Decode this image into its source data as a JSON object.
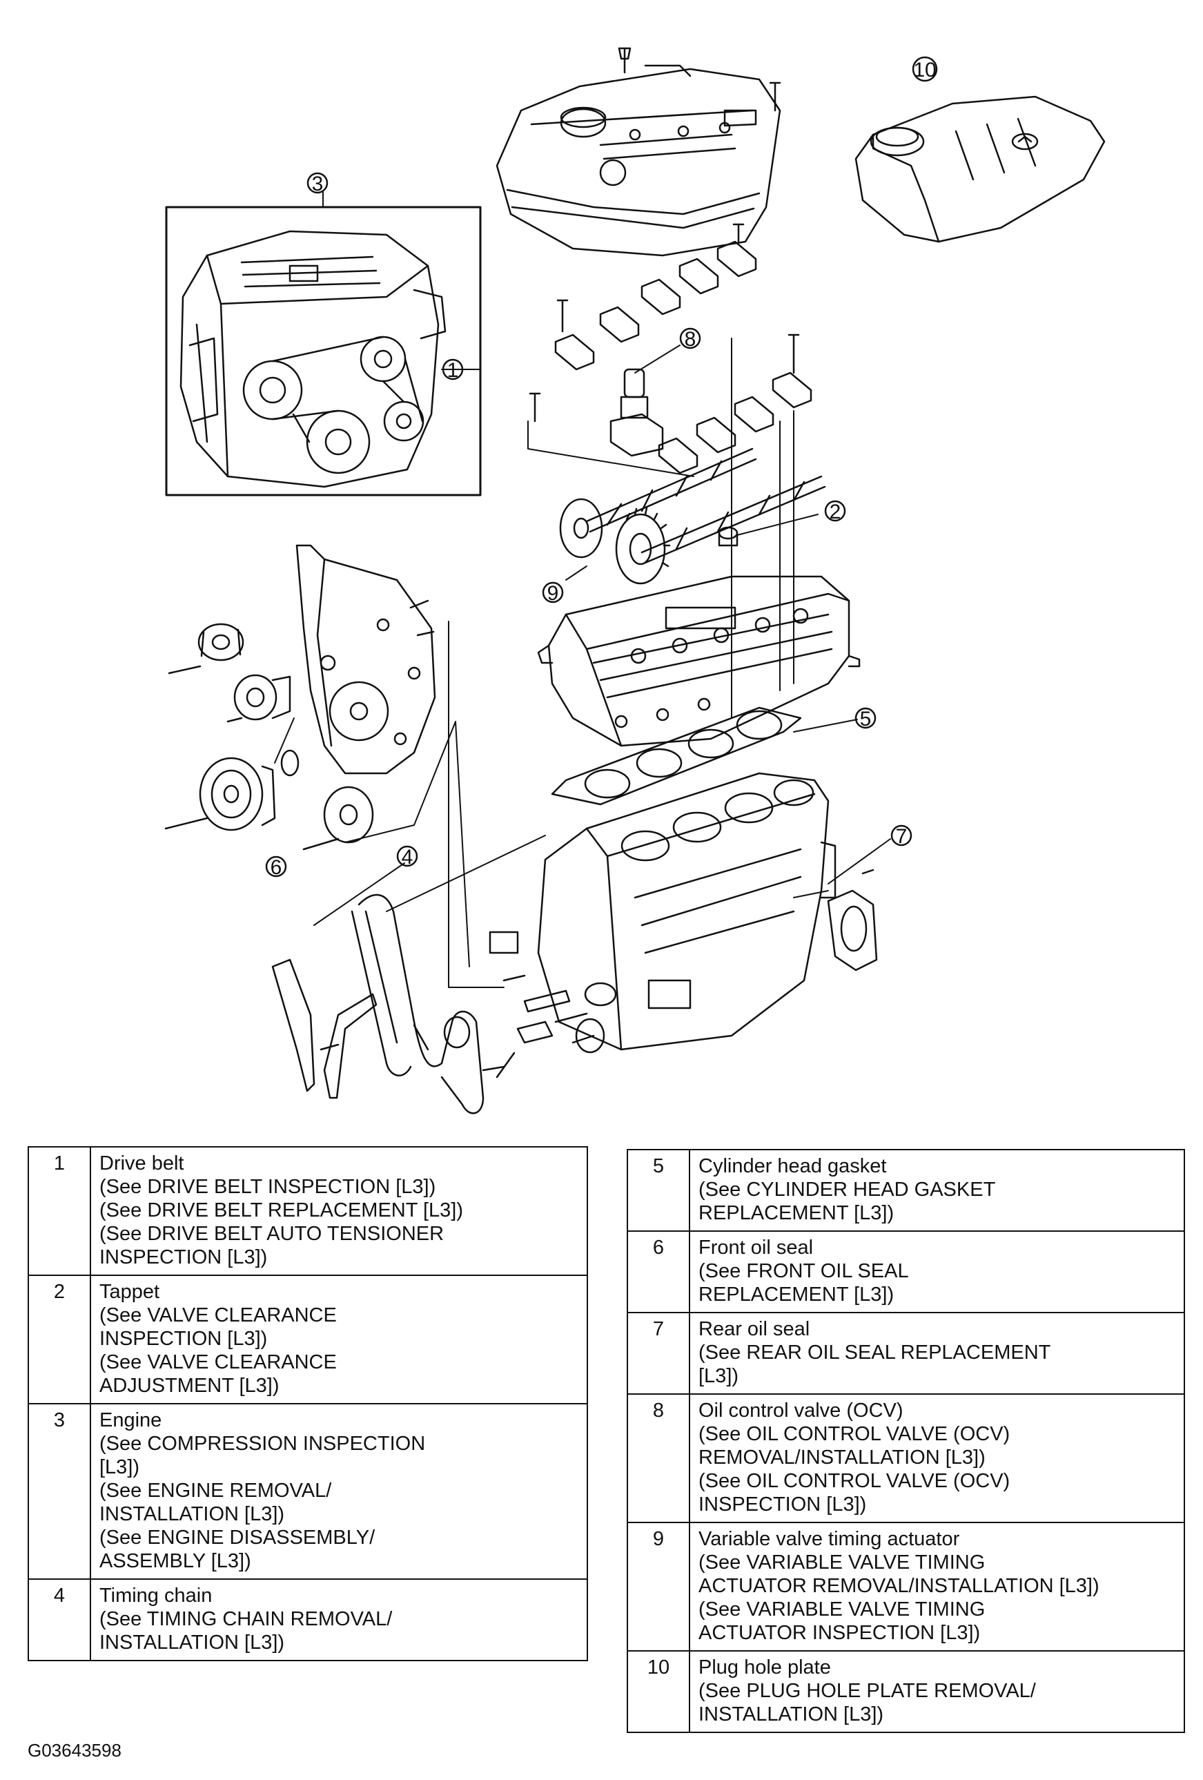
{
  "diagram": {
    "callouts": [
      "1",
      "2",
      "3",
      "4",
      "5",
      "6",
      "7",
      "8",
      "9",
      "10"
    ]
  },
  "parts_left": [
    {
      "num": "1",
      "lines": [
        "Drive belt",
        "(See DRIVE BELT INSPECTION [L3])",
        "(See DRIVE BELT REPLACEMENT [L3])",
        "(See DRIVE BELT AUTO TENSIONER",
        "INSPECTION [L3])"
      ]
    },
    {
      "num": "2",
      "lines": [
        "Tappet",
        "(See VALVE CLEARANCE",
        "INSPECTION [L3])",
        "(See VALVE CLEARANCE",
        "ADJUSTMENT [L3])"
      ]
    },
    {
      "num": "3",
      "lines": [
        "Engine",
        "(See COMPRESSION INSPECTION",
        "[L3])",
        "(See ENGINE REMOVAL/",
        "INSTALLATION [L3])",
        "(See ENGINE DISASSEMBLY/",
        "ASSEMBLY [L3])"
      ]
    },
    {
      "num": "4",
      "lines": [
        "Timing chain",
        "(See TIMING CHAIN REMOVAL/",
        "INSTALLATION [L3])"
      ]
    }
  ],
  "parts_right": [
    {
      "num": "5",
      "lines": [
        "Cylinder head gasket",
        "(See CYLINDER HEAD GASKET",
        "REPLACEMENT [L3])"
      ]
    },
    {
      "num": "6",
      "lines": [
        "Front oil seal",
        "(See FRONT OIL SEAL",
        "REPLACEMENT [L3])"
      ]
    },
    {
      "num": "7",
      "lines": [
        "Rear oil seal",
        "(See REAR OIL SEAL REPLACEMENT",
        "[L3])"
      ]
    },
    {
      "num": "8",
      "lines": [
        "Oil control valve (OCV)",
        "(See OIL CONTROL VALVE (OCV)",
        "REMOVAL/INSTALLATION [L3])",
        "(See OIL CONTROL VALVE (OCV)",
        "INSPECTION [L3])"
      ]
    },
    {
      "num": "9",
      "lines": [
        "Variable valve timing actuator",
        "(See VARIABLE VALVE TIMING",
        "ACTUATOR REMOVAL/INSTALLATION [L3])",
        "(See VARIABLE VALVE TIMING",
        "ACTUATOR INSPECTION [L3])"
      ]
    },
    {
      "num": "10",
      "lines": [
        "Plug hole plate",
        "(See PLUG HOLE PLATE REMOVAL/",
        "INSTALLATION [L3])"
      ]
    }
  ],
  "figure_id": "G03643598"
}
